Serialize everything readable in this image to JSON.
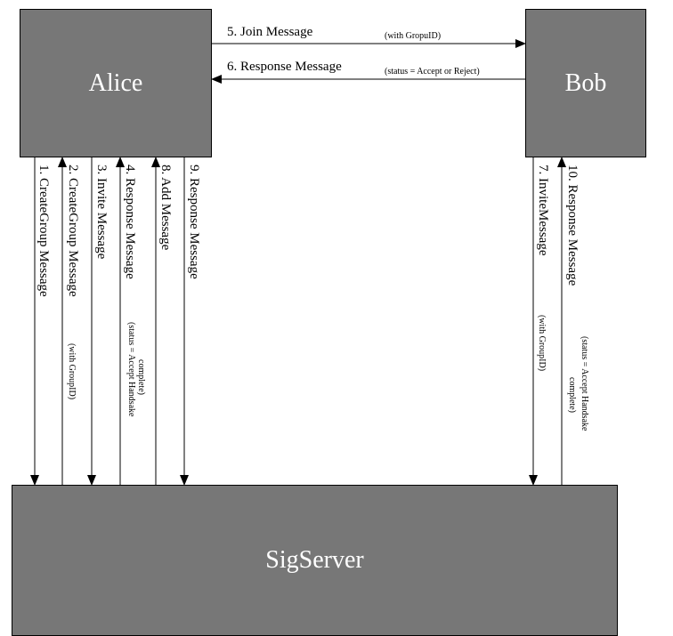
{
  "nodes": {
    "alice": "Alice",
    "bob": "Bob",
    "sigserver": "SigServer"
  },
  "messages": {
    "m1": "1.  CreateGroup Message",
    "m2": "2.  CreateGroup Message",
    "m2_note": "(with GroupID)",
    "m3": "3.  Invite Message",
    "m4": "4.  Response Message",
    "m4_note1": "(status = Accept  Handsake",
    "m4_note2": "complete)",
    "m5": "5. Join Message",
    "m5_note": "(with GropuID)",
    "m6": "6. Response Message",
    "m6_note": "(status = Accept or Reject)",
    "m7": "7.  InviteMessage",
    "m7_note": "(with GroupID)",
    "m8": "8.  Add Message",
    "m9": "9.  Response Message",
    "m10": "10.  Response Message",
    "m10_note1": "(status = Accept  Handsake",
    "m10_note2": "complete)"
  }
}
